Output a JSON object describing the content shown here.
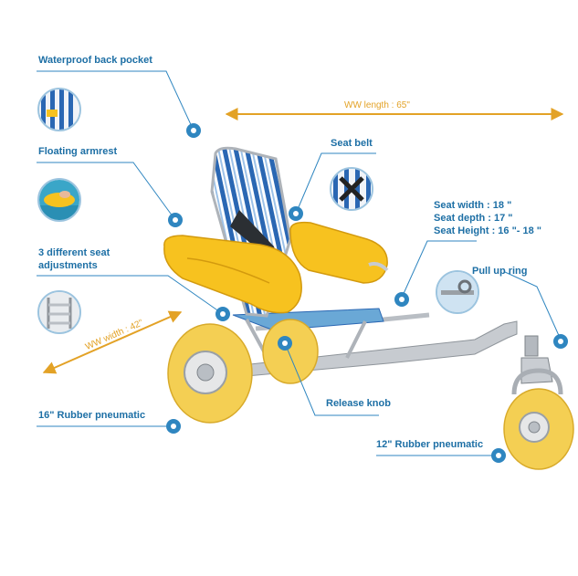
{
  "labels": {
    "back_pocket": "Waterproof back pocket",
    "armrest": "Floating armrest",
    "seat_adjust_1": "3 different seat",
    "seat_adjust_2": "adjustments",
    "seat_belt": "Seat belt",
    "seat_width": "Seat width : 18 \"",
    "seat_depth": "Seat depth : 17 \"",
    "seat_height": "Seat Height : 16 \"- 18 \"",
    "pull_up_ring": "Pull up ring",
    "release_knob": "Release knob",
    "rear_wheel": "16\" Rubber pneumatic",
    "front_wheel": "12\" Rubber pneumatic"
  },
  "dimensions": {
    "length": "WW length : 65\"",
    "width": "WW width : 42\""
  },
  "colors": {
    "label_blue": "#1d6fa5",
    "callout_line": "#2f86c0",
    "dimension_orange": "#e3a226",
    "chair_yellow": "#f7c21f",
    "tire_yellow": "#f4cf53",
    "frame_silver": "#c7cbd0"
  }
}
